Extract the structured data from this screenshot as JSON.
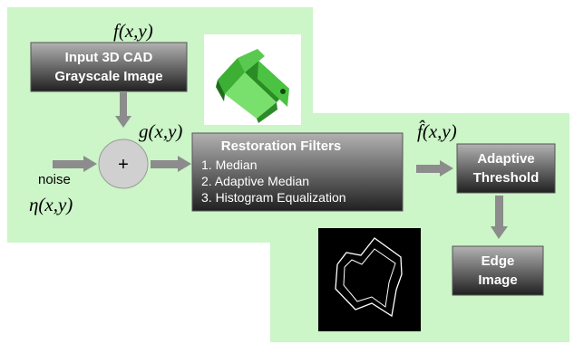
{
  "colors": {
    "panel": "#ccf5c8",
    "box_top": "#b2b2b2",
    "box_bottom": "#202020",
    "arrow": "#8c8c8c",
    "adder_fill": "#d0d0d0",
    "part_green": "#39a832",
    "edge_bg": "#000000",
    "edge_line": "#ffffff"
  },
  "input_box": {
    "line1": "Input 3D CAD",
    "line2": "Grayscale Image"
  },
  "labels": {
    "f_xy": "f(x,y)",
    "g_xy": "g(x,y)",
    "f_hat_xy": "f̂(x,y)",
    "noise": "noise",
    "eta_xy": "η(x,y)"
  },
  "adder": {
    "symbol": "+"
  },
  "restoration_box": {
    "title": "Restoration Filters",
    "items": [
      "1.  Median",
      "2.  Adaptive Median",
      "3.  Histogram Equalization"
    ]
  },
  "threshold_box": {
    "line1": "Adaptive",
    "line2": "Threshold"
  },
  "edge_box": {
    "line1": "Edge",
    "line2": "Image"
  },
  "images": {
    "cad_part": "green-3d-bracket-render",
    "edge_result": "edge-outline-image"
  }
}
